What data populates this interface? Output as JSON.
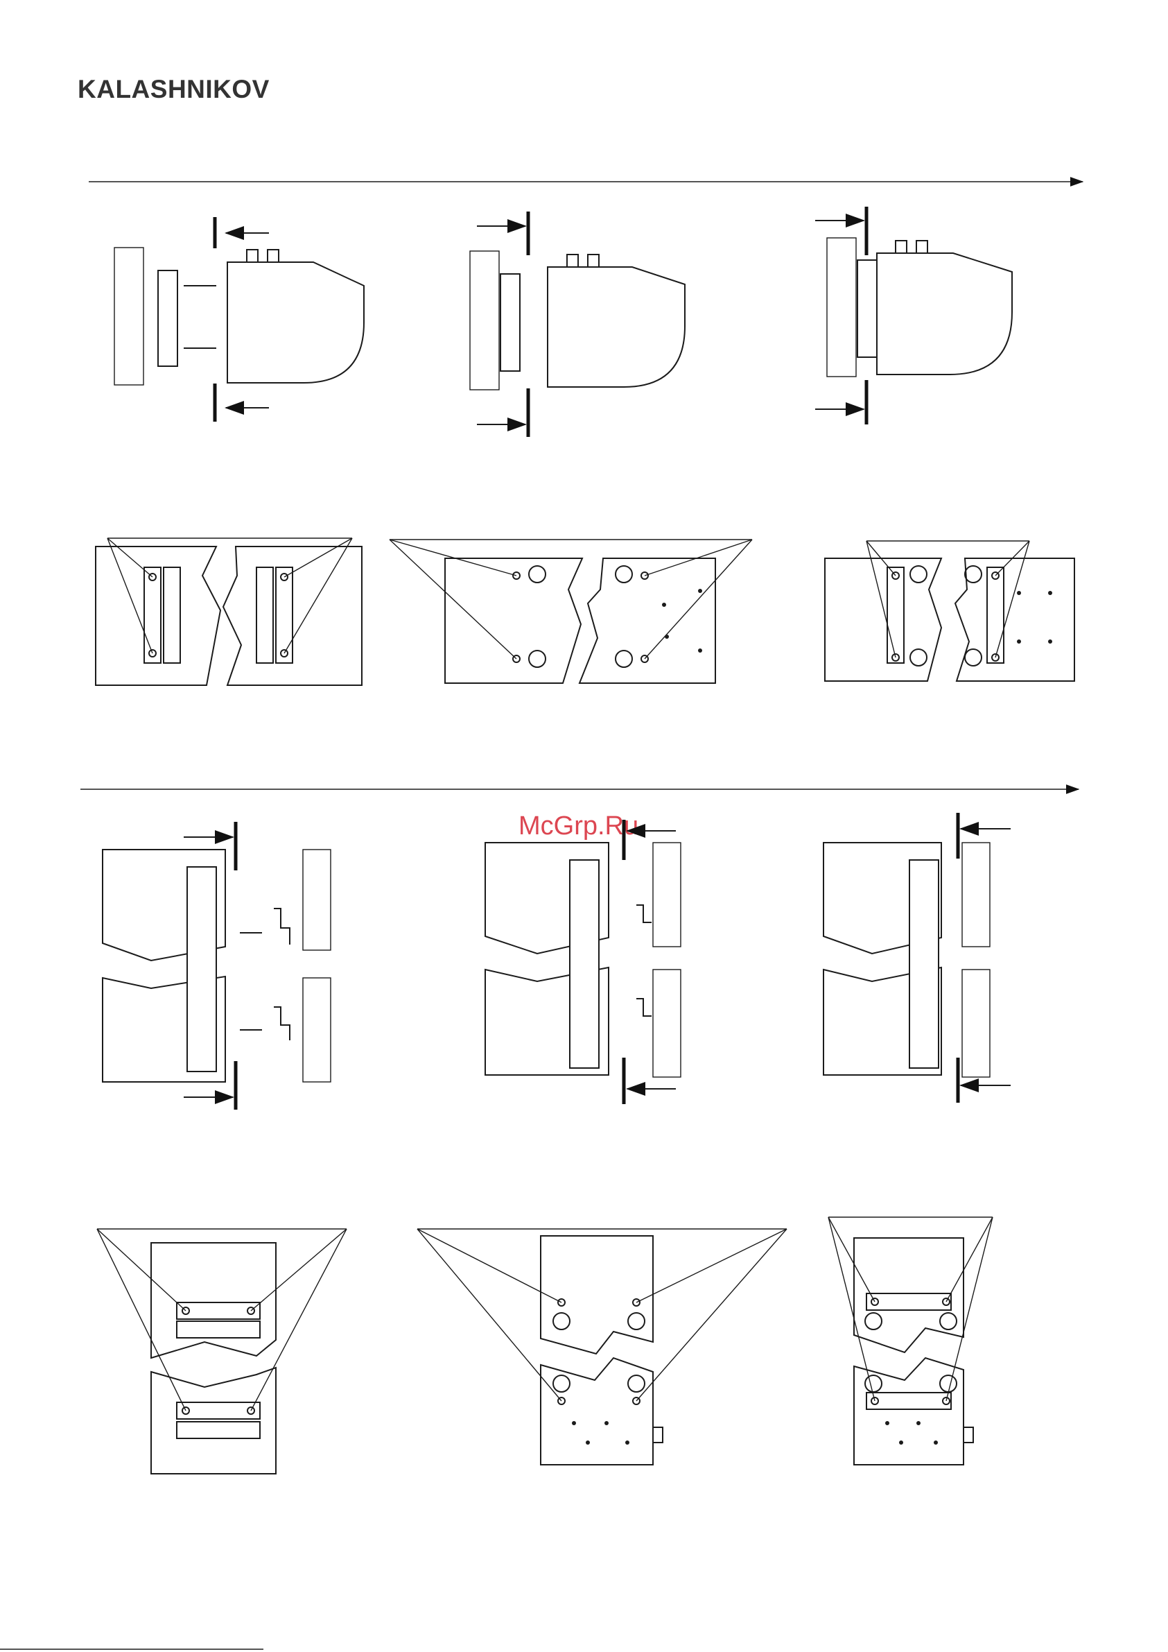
{
  "brand": {
    "logo_text": "KALASHNIKOV"
  },
  "watermark": {
    "text": "McGrp.Ru"
  },
  "colors": {
    "line": "#1b1b1b",
    "watermark": "#d9323f",
    "hatch": "#555555"
  },
  "icons": [
    "arrow-right-icon",
    "arrow-left-icon",
    "bolt-icon",
    "wall-hatch"
  ]
}
